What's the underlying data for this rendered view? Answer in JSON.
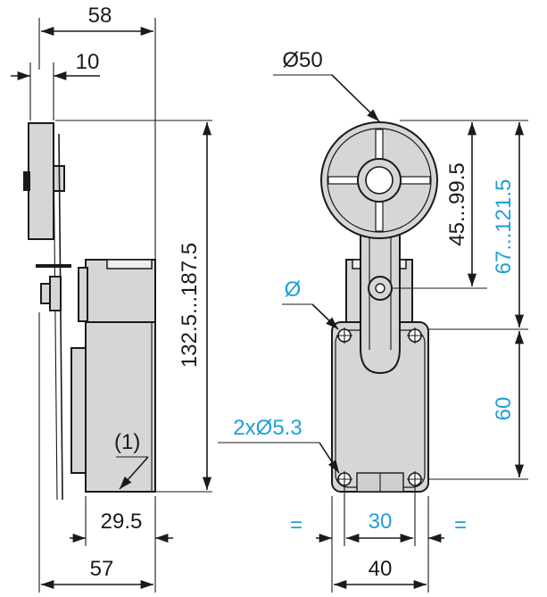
{
  "dimensions": {
    "top_width": "58",
    "actuator_offset": "10",
    "total_height": "132.5...187.5",
    "roller_diameter": "Ø50",
    "lever_range": "45...99.5",
    "head_range": "67...121.5",
    "shaft_diameter": "Ø",
    "body_height": "60",
    "mount_holes": "2xØ5.3",
    "note_ref": "(1)",
    "side_depth": "29.5",
    "side_base": "57",
    "hole_spacing": "30",
    "body_width": "40",
    "equal_left": "=",
    "equal_right": "="
  },
  "colors": {
    "ink": "#1a1a1a",
    "accent": "#1fa0d8",
    "part_fill": "#d6d6d6"
  }
}
